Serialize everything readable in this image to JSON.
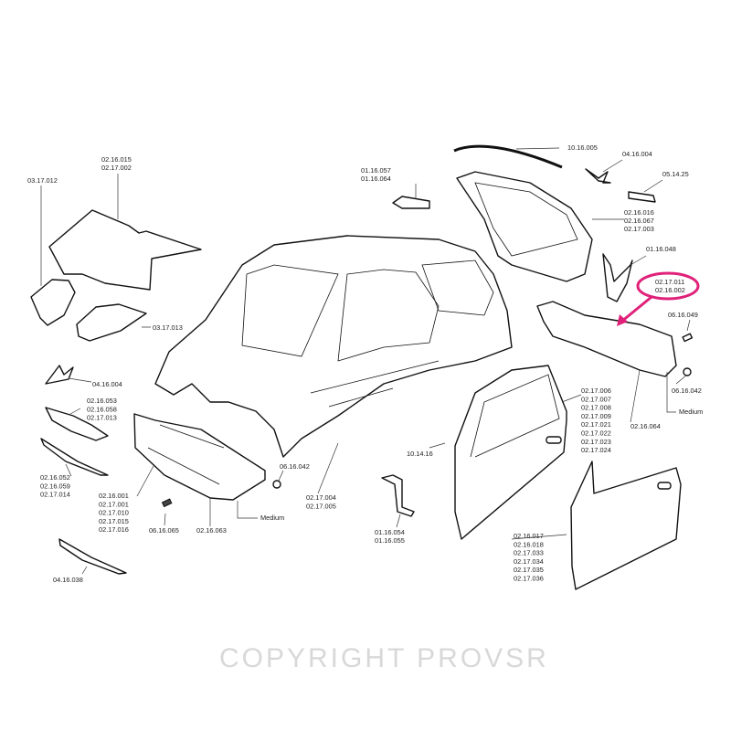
{
  "diagram": {
    "watermark": "COPYRIGHT PROVSR",
    "highlight_color": "#e0217a",
    "callouts": {
      "bonnet_liner": [
        "03.17.012"
      ],
      "bonnet": [
        "02.16.015",
        "02.17.002"
      ],
      "bonnet_liner_small": [
        "03.17.013"
      ],
      "hinge": [
        "01.16.057",
        "01.16.064"
      ],
      "tailgate_seal": [
        "10.16.005"
      ],
      "badge_rear": [
        "04.16.004"
      ],
      "pad": [
        "05.14.25"
      ],
      "tailgate": [
        "02.16.016",
        "02.16.067",
        "02.17.003"
      ],
      "bracket_rear": [
        "01.16.048"
      ],
      "rear_bumper": [
        "02.17.011",
        "02.16.002"
      ],
      "screw_rear": [
        "06.16.049"
      ],
      "clip_rear": [
        "06.16.042"
      ],
      "medium_rear": [
        "Medium"
      ],
      "rear_bumper_cover": [
        "02.16.064"
      ],
      "rear_door": [
        "02.17.006",
        "02.17.007",
        "02.17.008",
        "02.17.009",
        "02.17.021",
        "02.17.022",
        "02.17.023",
        "02.17.024"
      ],
      "door_seal": [
        "10.14.16"
      ],
      "door_bracket": [
        "01.16.054",
        "01.16.055"
      ],
      "front_door": [
        "02.16.017",
        "02.16.018",
        "02.17.033",
        "02.17.034",
        "02.17.035",
        "02.17.036"
      ],
      "badge_front": [
        "04.16.004"
      ],
      "grille_upper": [
        "02.16.053",
        "02.16.058",
        "02.17.013"
      ],
      "grille_lower": [
        "02.16.052",
        "02.16.059",
        "02.17.014"
      ],
      "front_bumper": [
        "02.16.001",
        "02.17.001",
        "02.17.010",
        "02.17.015",
        "02.17.016"
      ],
      "screw_front": [
        "06.16.065"
      ],
      "front_bumper_lower": [
        "02.16.063"
      ],
      "medium_front": [
        "Medium"
      ],
      "clip_front": [
        "06.16.042"
      ],
      "body_shell": [
        "02.17.004",
        "02.17.005"
      ],
      "grille_mesh": [
        "04.16.038"
      ]
    }
  }
}
